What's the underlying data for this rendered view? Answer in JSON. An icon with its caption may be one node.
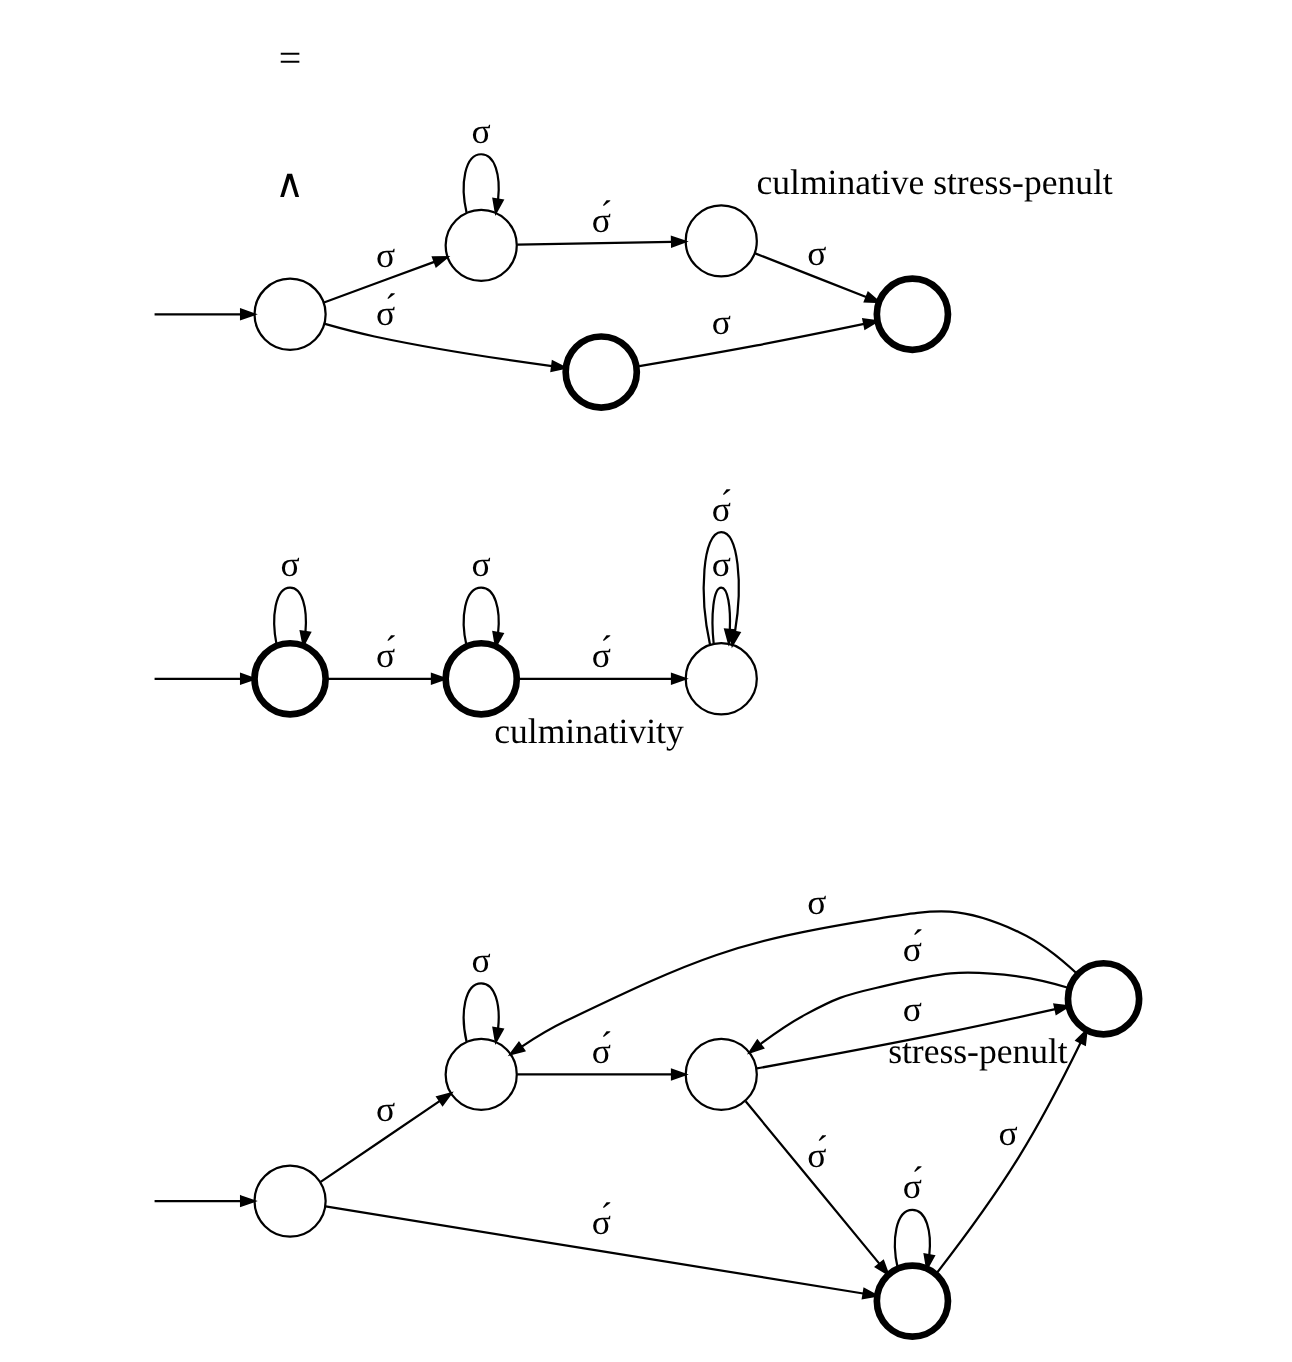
{
  "diagram": {
    "nodes": [
      {
        "text": [],
        "shape": "circle"
      },
      {
        "text": [],
        "shape": "circle"
      },
      {
        "text": [],
        "shape": "circle"
      },
      {
        "text": [],
        "shape": "circle",
        "beside": [
          "stress-penult"
        ]
      },
      {
        "text": [],
        "shape": "circle"
      },
      {
        "text": [],
        "shape": "circle"
      },
      {
        "text": [],
        "shape": "circle"
      },
      {
        "text": [],
        "shape": "circle",
        "beside": [
          "culminativity"
        ]
      },
      {
        "text": [],
        "shape": "circle"
      },
      {
        "text": [],
        "shape": "circle",
        "beside": [
          "culminative stress-penult"
        ]
      },
      {
        "text": [],
        "shape": "circle"
      },
      {
        "text": [],
        "shape": "circle"
      },
      {
        "text": [],
        "shape": "circle"
      }
    ],
    "edges": [
      {
        "from": null,
        "to": 0,
        "arrow": "to"
      },
      {
        "from": 0,
        "to": 1,
        "arrow": "to",
        "label": "σ"
      },
      {
        "from": 0,
        "to": 4,
        "arrow": "to",
        "label": "σ́"
      },
      {
        "from": 1,
        "to": 1,
        "arrow": "to",
        "label": "σ"
      },
      {
        "from": 1,
        "to": 2,
        "arrow": "to",
        "label": "σ́"
      },
      {
        "from": 3,
        "to": 1,
        "arrow": "to",
        "label": "σ"
      },
      {
        "from": 2,
        "to": 3,
        "arrow": "to",
        "label": "σ"
      },
      {
        "from": 3,
        "to": 2,
        "arrow": "to",
        "label": "σ́"
      },
      {
        "from": 2,
        "to": 4,
        "arrow": "to",
        "label": "σ́"
      },
      {
        "from": 4,
        "to": 4,
        "arrow": "to",
        "label": "σ́"
      },
      {
        "from": 4,
        "to": 3,
        "arrow": "to",
        "label": "σ"
      },
      {
        "from": null,
        "to": 5,
        "arrow": "to"
      },
      {
        "from": 5,
        "to": 5,
        "arrow": "to",
        "label": "σ"
      },
      {
        "from": 5,
        "to": 6,
        "arrow": "to",
        "label": "σ́"
      },
      {
        "from": 6,
        "to": 6,
        "arrow": "to",
        "label": "σ"
      },
      {
        "from": 6,
        "to": 7,
        "arrow": "to",
        "label": "σ́"
      },
      {
        "from": 7,
        "to": 7,
        "arrow": "to",
        "label": "σ"
      },
      {
        "from": 7,
        "to": 7,
        "arrow": "to",
        "label": "σ́"
      },
      {
        "from": null,
        "to": 10,
        "arrow": "to"
      },
      {
        "from": 8,
        "to": 8,
        "arrow": "to",
        "label": "σ"
      },
      {
        "from": 10,
        "to": 8,
        "arrow": "to",
        "label": "σ"
      },
      {
        "from": 8,
        "to": 9,
        "arrow": "to",
        "label": "σ́"
      },
      {
        "from": 9,
        "to": 12,
        "arrow": "to",
        "label": "σ"
      },
      {
        "from": 10,
        "to": 11,
        "arrow": "to",
        "label": "σ́"
      },
      {
        "from": 11,
        "to": 12,
        "arrow": "to",
        "label": "σ"
      }
    ],
    "labels": [
      "∧",
      "="
    ]
  }
}
